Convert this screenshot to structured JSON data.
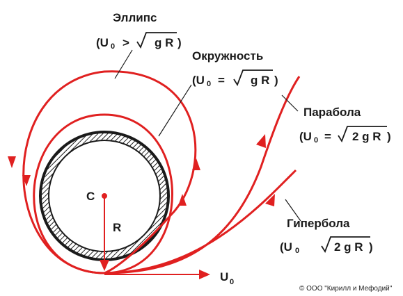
{
  "labels": {
    "ellipse_title": "Эллипс",
    "circle_title": "Окружность",
    "parabola_title": "Парабола",
    "hyperbola_title": "Гипербола",
    "center": "C",
    "radius": "R",
    "velocity": "U",
    "velocity_sub": "0"
  },
  "formulas": {
    "ellipse": {
      "open": "(U",
      "sub": "0",
      "op": ">",
      "root": "g R",
      "close": ")"
    },
    "circle": {
      "open": "(U",
      "sub": "0",
      "op": "=",
      "root": "g R",
      "close": ")"
    },
    "parabola": {
      "open": "(U",
      "sub": "0",
      "op": "=",
      "root": "2 g R",
      "close": ")"
    },
    "hyperbola": {
      "open": "(U",
      "sub": "0",
      "op": "",
      "root": "2 g R",
      "close": ")"
    }
  },
  "copyright": "© ООО \"Кирилл и Мефодий\"",
  "colors": {
    "orbit": "#e02020",
    "body_stroke": "#1a1a1a",
    "text": "#1a1a1a"
  }
}
